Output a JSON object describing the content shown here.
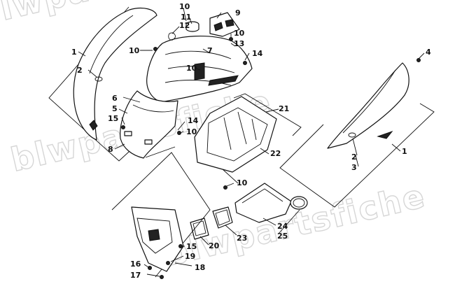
{
  "watermark": "blwpartsfiche",
  "callouts": {
    "c1_left": "1",
    "c2_left": "2",
    "c5": "5",
    "c6": "6",
    "c7": "7",
    "c8": "8",
    "c9": "9",
    "c10_a": "10",
    "c10_b": "10",
    "c10_c": "10",
    "c10_d": "10",
    "c10_e": "10",
    "c10_f": "10",
    "c11": "11",
    "c12": "12",
    "c13": "13",
    "c14_a": "14",
    "c14_b": "14",
    "c15_a": "15",
    "c15_b": "15",
    "c16": "16",
    "c17": "17",
    "c18": "18",
    "c19": "19",
    "c20": "20",
    "c21": "21",
    "c22": "22",
    "c23": "23",
    "c24": "24",
    "c25": "25",
    "c4": "4",
    "c1_right": "1",
    "c2_right": "2",
    "c3": "3"
  }
}
